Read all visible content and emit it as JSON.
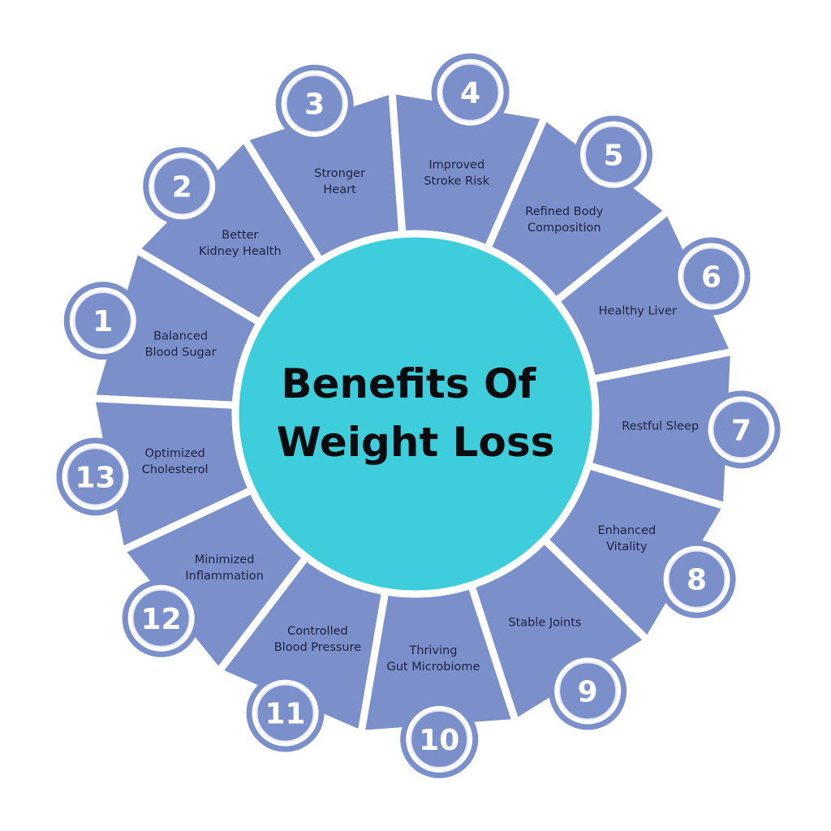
{
  "diagram": {
    "title_lines": [
      "Benefits Of",
      "Weight Loss"
    ],
    "colors": {
      "segment": "#7b8fcb",
      "center": "#3ecdda",
      "background": "#ffffff",
      "badge_number": "#ffffff",
      "label_text": "#1e2240",
      "title_text": "#0c0c10"
    },
    "items": [
      {
        "number": "1",
        "lines": [
          "Balanced",
          "Blood Sugar"
        ]
      },
      {
        "number": "2",
        "lines": [
          "Better",
          "Kidney Health"
        ]
      },
      {
        "number": "3",
        "lines": [
          "Stronger",
          "Heart"
        ]
      },
      {
        "number": "4",
        "lines": [
          "Improved",
          "Stroke Risk"
        ]
      },
      {
        "number": "5",
        "lines": [
          "Refined Body",
          "Composition"
        ]
      },
      {
        "number": "6",
        "lines": [
          "Healthy Liver"
        ]
      },
      {
        "number": "7",
        "lines": [
          "Restful Sleep"
        ]
      },
      {
        "number": "8",
        "lines": [
          "Enhanced",
          "Vitality"
        ]
      },
      {
        "number": "9",
        "lines": [
          "Stable Joints"
        ]
      },
      {
        "number": "10",
        "lines": [
          "Thriving",
          "Gut Microbiome"
        ]
      },
      {
        "number": "11",
        "lines": [
          "Controlled",
          "Blood Pressure"
        ]
      },
      {
        "number": "12",
        "lines": [
          "Minimized",
          "Inflammation"
        ]
      },
      {
        "number": "13",
        "lines": [
          "Optimized",
          "Cholesterol"
        ]
      }
    ]
  }
}
